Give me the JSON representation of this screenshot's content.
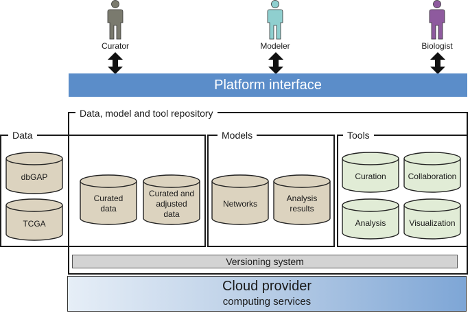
{
  "users": [
    {
      "label": "Curator",
      "color": "#7a7a6e"
    },
    {
      "label": "Modeler",
      "color": "#8fcfcf"
    },
    {
      "label": "Biologist",
      "color": "#8e5a9e"
    }
  ],
  "platform": {
    "label": "Platform interface",
    "color": "#5b8dc9"
  },
  "repository": {
    "label": "Data, model and tool repository"
  },
  "data_section": {
    "label": "Data",
    "items": [
      "dbGAP",
      "TCGA",
      "Curated data",
      "Curated and adjusted data"
    ]
  },
  "models_section": {
    "label": "Models",
    "items": [
      "Networks",
      "Analysis results"
    ]
  },
  "tools_section": {
    "label": "Tools",
    "items": [
      "Curation",
      "Collaboration",
      "Analysis",
      "Visualization"
    ]
  },
  "versioning": {
    "label": "Versioning system"
  },
  "cloud": {
    "title": "Cloud provider",
    "subtitle": "computing services"
  },
  "colors": {
    "data_cylinder": "#dcd3bf",
    "tool_cylinder": "#e1ecd6"
  }
}
